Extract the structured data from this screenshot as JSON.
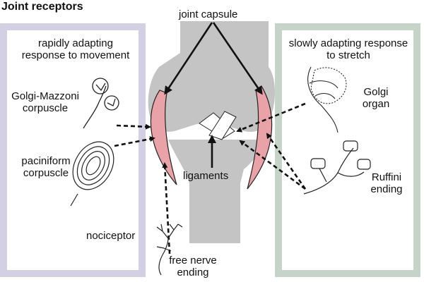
{
  "title": "Joint receptors",
  "labels": {
    "joint_capsule": "joint capsule",
    "ligaments": "ligaments",
    "nociceptor": "nociceptor",
    "free_nerve_ending": "free nerve ending"
  },
  "left_panel": {
    "heading": "rapidly adapting response to movement",
    "receptor_1": "Golgi-Mazzoni corpuscle",
    "receptor_2": "paciniform corpuscle"
  },
  "right_panel": {
    "heading": "slowly adapting response to stretch",
    "receptor_1": "Golgi organ",
    "receptor_2": "Ruffini ending"
  },
  "colors": {
    "left_panel_border": "#d3d0e3",
    "right_panel_border": "#c6d3c9",
    "bone": "#c4c4c4",
    "capsule": "#e9a2a7",
    "line": "#111111"
  }
}
